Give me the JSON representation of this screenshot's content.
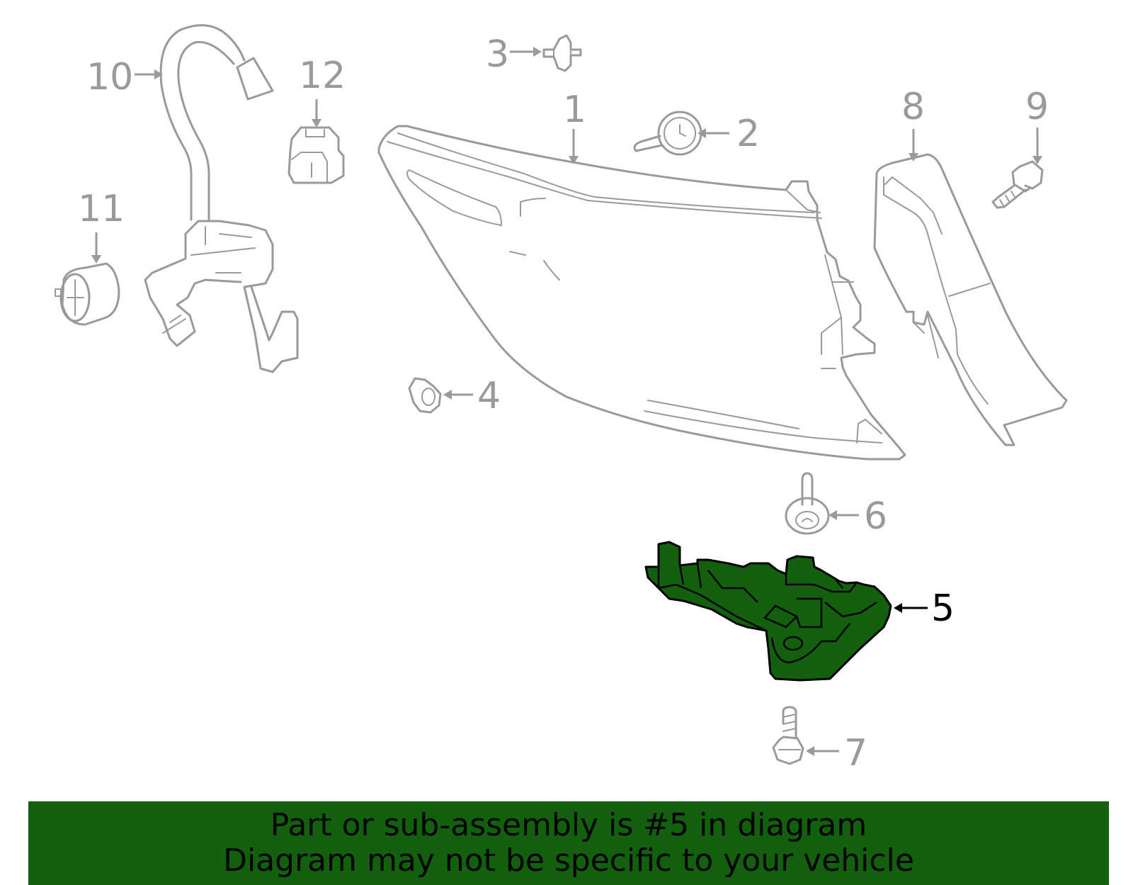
{
  "diagram": {
    "callouts": [
      {
        "id": "1",
        "label": "1"
      },
      {
        "id": "2",
        "label": "2"
      },
      {
        "id": "3",
        "label": "3"
      },
      {
        "id": "4",
        "label": "4"
      },
      {
        "id": "5",
        "label": "5"
      },
      {
        "id": "6",
        "label": "6"
      },
      {
        "id": "7",
        "label": "7"
      },
      {
        "id": "8",
        "label": "8"
      },
      {
        "id": "9",
        "label": "9"
      },
      {
        "id": "10",
        "label": "10"
      },
      {
        "id": "11",
        "label": "11"
      },
      {
        "id": "12",
        "label": "12"
      }
    ],
    "highlighted_part": "5",
    "colors": {
      "line_gray": "#9a9a9a",
      "highlight_green": "#12600e",
      "banner_green": "#12600e",
      "text_black": "#000000"
    }
  },
  "banner": {
    "line1": "Part or sub-assembly is #5 in diagram",
    "line2": "Diagram may not be specific to your vehicle"
  }
}
